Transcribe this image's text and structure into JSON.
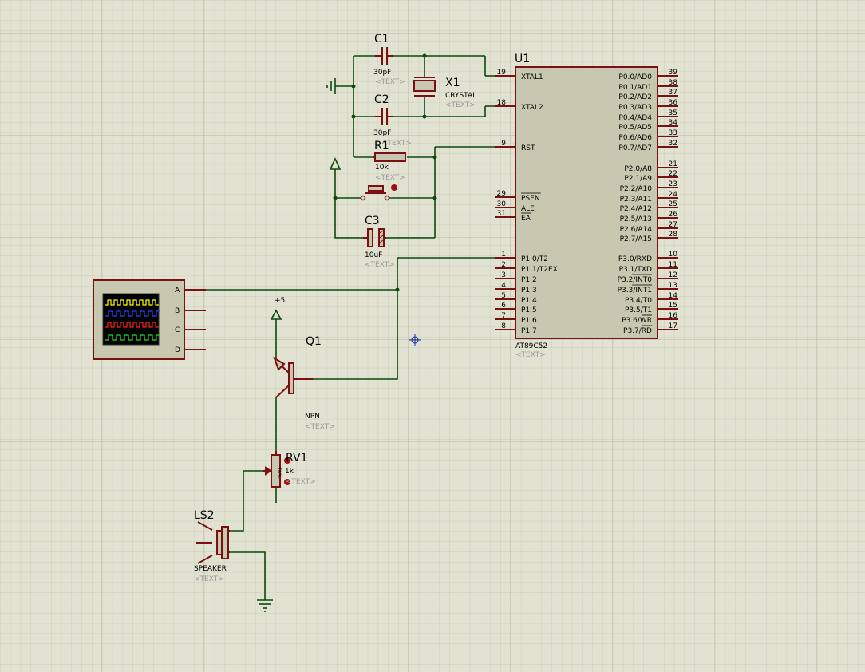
{
  "colors": {
    "background": "#e2e2d2",
    "grid_minor": "#cfcfbd",
    "grid_major": "#b8b8a6",
    "wire": "#0a4a0a",
    "component": "#7a1010",
    "component_fill": "#c8c8b0",
    "text_placeholder": "#9a9a9a"
  },
  "placeholder_text": "<TEXT>",
  "u1": {
    "ref": "U1",
    "part": "AT89C52",
    "left_pins": [
      {
        "num": "19",
        "name": "XTAL1"
      },
      {
        "num": "18",
        "name": "XTAL2"
      },
      {
        "num": "9",
        "name": "RST"
      },
      {
        "num": "29",
        "name": "PSEN"
      },
      {
        "num": "30",
        "name": "ALE"
      },
      {
        "num": "31",
        "name": "EA"
      },
      {
        "num": "1",
        "name": "P1.0/T2"
      },
      {
        "num": "2",
        "name": "P1.1/T2EX"
      },
      {
        "num": "3",
        "name": "P1.2"
      },
      {
        "num": "4",
        "name": "P1.3"
      },
      {
        "num": "5",
        "name": "P1.4"
      },
      {
        "num": "6",
        "name": "P1.5"
      },
      {
        "num": "7",
        "name": "P1.6"
      },
      {
        "num": "8",
        "name": "P1.7"
      }
    ],
    "right_pins": [
      {
        "num": "39",
        "name": "P0.0/AD0"
      },
      {
        "num": "38",
        "name": "P0.1/AD1"
      },
      {
        "num": "37",
        "name": "P0.2/AD2"
      },
      {
        "num": "36",
        "name": "P0.3/AD3"
      },
      {
        "num": "35",
        "name": "P0.4/AD4"
      },
      {
        "num": "34",
        "name": "P0.5/AD5"
      },
      {
        "num": "33",
        "name": "P0.6/AD6"
      },
      {
        "num": "32",
        "name": "P0.7/AD7"
      },
      {
        "num": "21",
        "name": "P2.0/A8"
      },
      {
        "num": "22",
        "name": "P2.1/A9"
      },
      {
        "num": "23",
        "name": "P2.2/A10"
      },
      {
        "num": "24",
        "name": "P2.3/A11"
      },
      {
        "num": "25",
        "name": "P2.4/A12"
      },
      {
        "num": "26",
        "name": "P2.5/A13"
      },
      {
        "num": "27",
        "name": "P2.6/A14"
      },
      {
        "num": "28",
        "name": "P2.7/A15"
      },
      {
        "num": "10",
        "name": "P3.0/RXD"
      },
      {
        "num": "11",
        "name": "P3.1/TXD"
      },
      {
        "num": "12",
        "name": "P3.2/INT0"
      },
      {
        "num": "13",
        "name": "P3.3/INT1"
      },
      {
        "num": "14",
        "name": "P3.4/T0"
      },
      {
        "num": "15",
        "name": "P3.5/T1"
      },
      {
        "num": "16",
        "name": "P3.6/WR"
      },
      {
        "num": "17",
        "name": "P3.7/RD"
      }
    ]
  },
  "c1": {
    "ref": "C1",
    "value": "30pF"
  },
  "c2": {
    "ref": "C2",
    "value": "30pF"
  },
  "c3": {
    "ref": "C3",
    "value": "10uF"
  },
  "x1": {
    "ref": "X1",
    "value": "CRYSTAL"
  },
  "r1": {
    "ref": "R1",
    "value": "10k"
  },
  "q1": {
    "ref": "Q1",
    "value": "NPN"
  },
  "rv1": {
    "ref": "RV1",
    "value": "1k",
    "body_label": "76%"
  },
  "ls2": {
    "ref": "LS2",
    "value": "SPEAKER"
  },
  "power": {
    "label": "+5"
  },
  "scope": {
    "channels": [
      "A",
      "B",
      "C",
      "D"
    ],
    "trace_colors": [
      "#ffff00",
      "#2040ff",
      "#ff2020",
      "#20e020"
    ]
  }
}
